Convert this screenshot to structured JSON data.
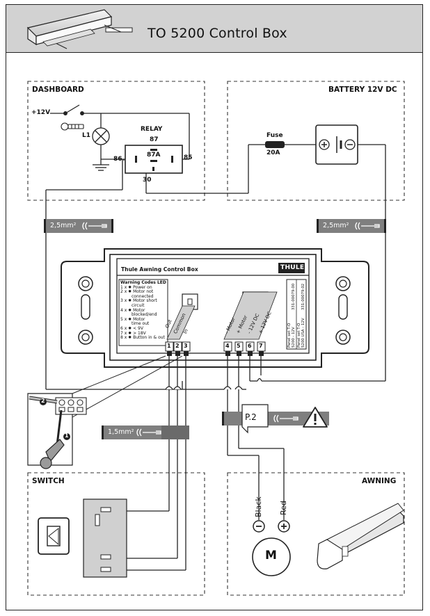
{
  "header": {
    "title": "TO 5200 Control Box"
  },
  "sections": {
    "dashboard": "DASHBOARD",
    "battery": "BATTERY 12V DC",
    "switch": "SWITCH",
    "awning": "AWNING"
  },
  "dashboard": {
    "supply": "+12V",
    "lamp": "L1",
    "relay_title": "RELAY",
    "pin_87": "87",
    "pin_87a": "87A",
    "pin_86": "86",
    "pin_85": "85",
    "pin_30": "30"
  },
  "battery": {
    "fuse_label": "Fuse",
    "fuse_rating": "20A"
  },
  "cables": {
    "left_top": "2,5mm²",
    "right_top": "2,5mm²",
    "signal": "1,5mm²",
    "motor_ref": "P.2"
  },
  "control_box": {
    "title": "Thule Awning Control Box",
    "brand": "THULE",
    "warning_heading": "Warning Codes LED",
    "warning_codes": [
      "1 x ✹ Power on",
      "2 x ✹ Motor not",
      "connected",
      "3 x ✹ Motor short",
      "circuit",
      "4 x ✹ Motor",
      "blocked/end",
      "5 x ✹ Motor",
      "time out",
      "6 x ✹ < 9V",
      "7 x ✹ > 18V",
      "8 x ✹ Button in & out"
    ],
    "terminals_left": [
      "1",
      "2",
      "3"
    ],
    "terminals_right": [
      "4",
      "5",
      "6",
      "7"
    ],
    "labels_left": [
      "Out",
      "Common",
      "In"
    ],
    "labels_right": [
      "- Motor",
      "+ Motor",
      "- 12V DC",
      "+ 12V DC"
    ],
    "panel_text_1": "Panel set T-O",
    "panel_text_2": "5200 - 12V",
    "panel_code_1": "331-00079-00",
    "panel_text_3": "Panel set T-O",
    "panel_text_4": "5200 USA - 12V",
    "panel_code_2": "331-00079-02"
  },
  "motor": {
    "black": "Black",
    "red": "Red",
    "minus": "−",
    "plus": "+",
    "symbol": "M"
  },
  "detail_marks": {
    "step1": "1",
    "step2": "2"
  },
  "icons": [
    "awning-illustration-icon",
    "key-icon",
    "lamp-icon",
    "ground-icon",
    "battery-icon",
    "fuse-icon",
    "cable-tie-icon",
    "warning-icon",
    "screwdriver-icon",
    "rocker-switch-icon",
    "motor-icon",
    "awning-profile-icon"
  ]
}
